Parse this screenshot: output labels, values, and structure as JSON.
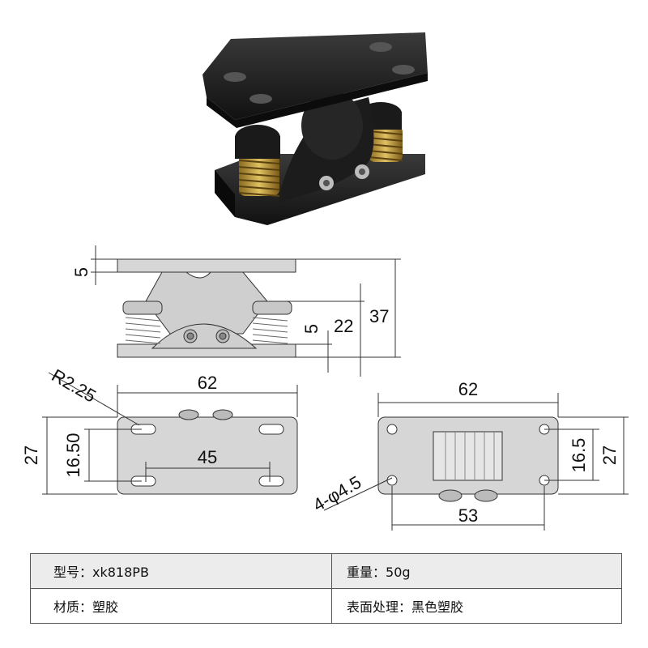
{
  "dimensions": {
    "side_view": {
      "plate_thickness": "5",
      "spring_gap": "5",
      "base_to_axis": "22",
      "overall_height": "37"
    },
    "top_view": {
      "width": "62",
      "slot_radius": "R2.25",
      "height": "27",
      "slot_pitch_vertical": "16.50",
      "slot_pitch_horizontal": "45"
    },
    "bottom_view": {
      "width": "62",
      "hole_pitch_vertical": "16.5",
      "height": "27",
      "hole_spec": "4-φ4.5",
      "hole_pitch_horizontal": "53"
    }
  },
  "specs": {
    "model_label": "型号：",
    "model_value": "xk818PB",
    "weight_label": "重量：",
    "weight_value": "50g",
    "material_label": "材质：",
    "material_value": "塑胶",
    "finish_label": "表面处理：",
    "finish_value": "黑色塑胶"
  }
}
